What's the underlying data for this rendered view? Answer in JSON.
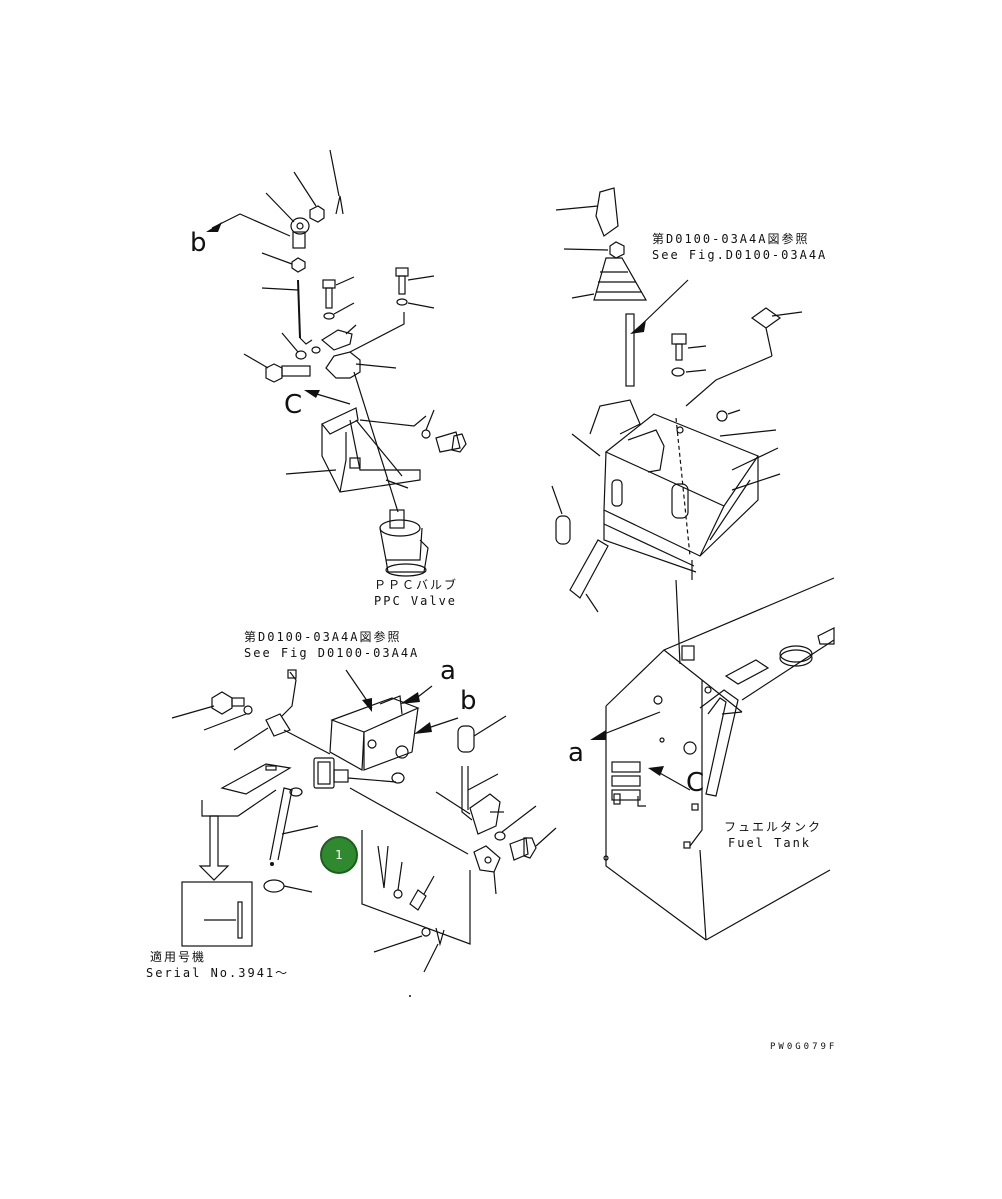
{
  "labels": {
    "ppc_valve_jp": "ＰＰＣバルブ",
    "ppc_valve_en": "PPC Valve",
    "ref_top_jp": "第D0100-03A4A図参照",
    "ref_top_en": "See Fig.D0100-03A4A",
    "ref_mid_jp": "第D0100-03A4A図参照",
    "ref_mid_en": "See Fig D0100-03A4A",
    "fuel_tank_jp": "フュエルタンク",
    "fuel_tank_en": "Fuel Tank",
    "serial_jp": "適用号機",
    "serial_en": "Serial No.3941～",
    "drawing_code": "PW0G079F"
  },
  "letters": {
    "b_top": "b",
    "c_top": "C",
    "a_mid": "a",
    "b_mid": "b",
    "a_right": "a",
    "c_right": "C"
  },
  "callout": {
    "number": "1",
    "color": "#2f8a2f"
  }
}
